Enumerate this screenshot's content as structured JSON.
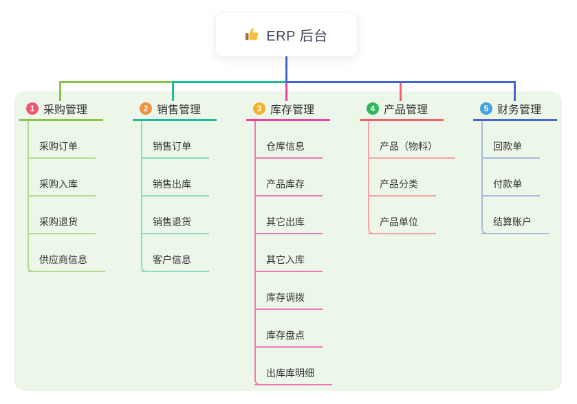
{
  "root": {
    "title": "ERP 后台",
    "icon": "thumbs-up-icon",
    "stem_color": "#4565d3"
  },
  "canvas_bg": "#ecf7e9",
  "branches": [
    {
      "num": "1",
      "label": "采购管理",
      "badge_color": "#f2566e",
      "line_color": "#8bc34a",
      "child_line_color": "#b3d994",
      "children": [
        "采购订单",
        "采购入库",
        "采购退货",
        "供应商信息"
      ]
    },
    {
      "num": "2",
      "label": "销售管理",
      "badge_color": "#f0923e",
      "line_color": "#19bc9c",
      "child_line_color": "#90dbc8",
      "children": [
        "销售订单",
        "销售出库",
        "销售退货",
        "客户信息"
      ]
    },
    {
      "num": "3",
      "label": "库存管理",
      "badge_color": "#f7b02e",
      "line_color": "#ef3e9b",
      "child_line_color": "#f078b7",
      "children": [
        "仓库信息",
        "产品库存",
        "其它出库",
        "其它入库",
        "库存调拨",
        "库存盘点",
        "出库库明细"
      ]
    },
    {
      "num": "4",
      "label": "产品管理",
      "badge_color": "#2fb65a",
      "line_color": "#f75d66",
      "child_line_color": "#f8a2a7",
      "children": [
        "产品（物料）",
        "产品分类",
        "产品单位"
      ]
    },
    {
      "num": "5",
      "label": "财务管理",
      "badge_color": "#41a3e0",
      "line_color": "#4565d3",
      "child_line_color": "#a9bade",
      "children": [
        "回款单",
        "付款单",
        "结算账户"
      ]
    }
  ]
}
